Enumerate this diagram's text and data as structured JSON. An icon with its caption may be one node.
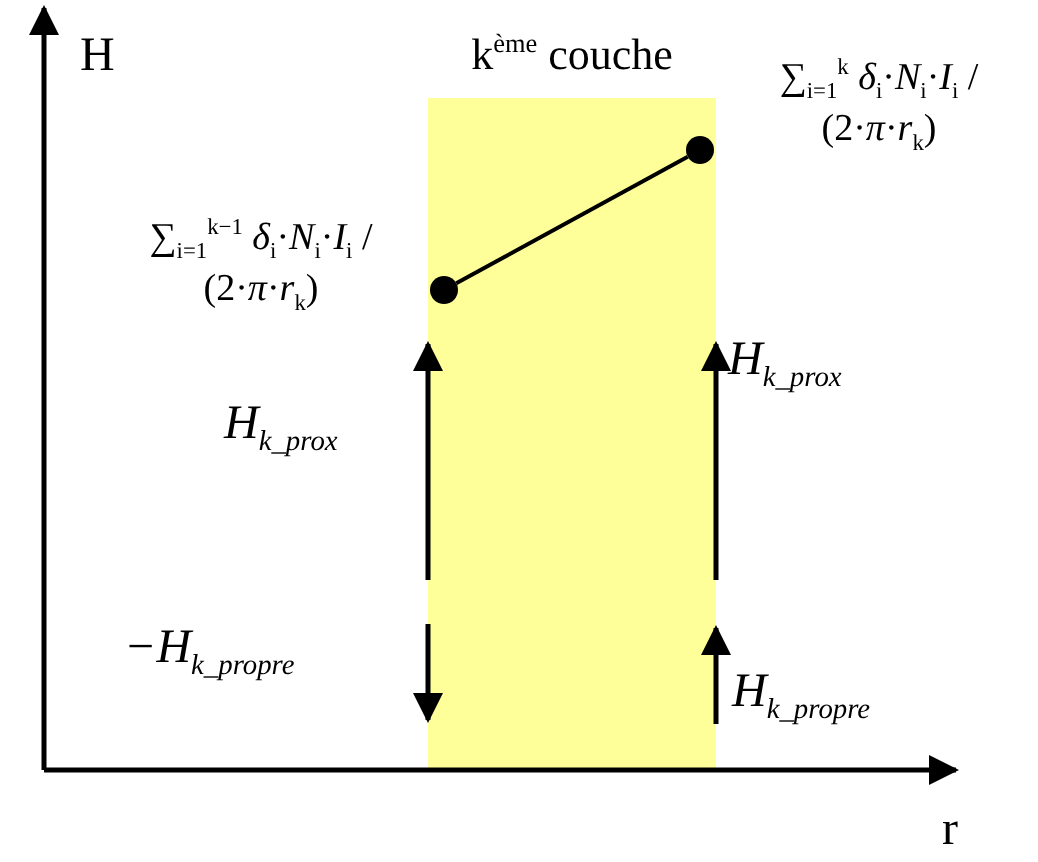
{
  "diagram": {
    "nodes": [
      {
        "text": [
          "k$^{ème}$ couche"
        ]
      },
      {
        "text": [],
        "shape": "circle",
        "in": 0,
        "beside": [
          "∑$_{i=1}$$^{k−1}$ *δ*$_{i}$·*N*$_{i}$·*I*$_{i}$ / (2·*π*·*r*$_{k}$)"
        ]
      },
      {
        "text": [],
        "shape": "circle",
        "in": 0,
        "beside": [
          "∑$_{i=1}$$^{k}$ *δ*$_{i}$·*N*$_{i}$·*I*$_{i}$ / (2·*π*·*r*$_{k}$)"
        ]
      }
    ],
    "edges": [
      {
        "from": 1,
        "to": 2,
        "arrow": "none"
      }
    ],
    "labels": [
      "H",
      "*H*$_{k_prox}$",
      "*H*$_{k_prox}$",
      "−*H*$_{k_propre}$",
      "*H*$_{k_propre}$",
      "r"
    ]
  }
}
